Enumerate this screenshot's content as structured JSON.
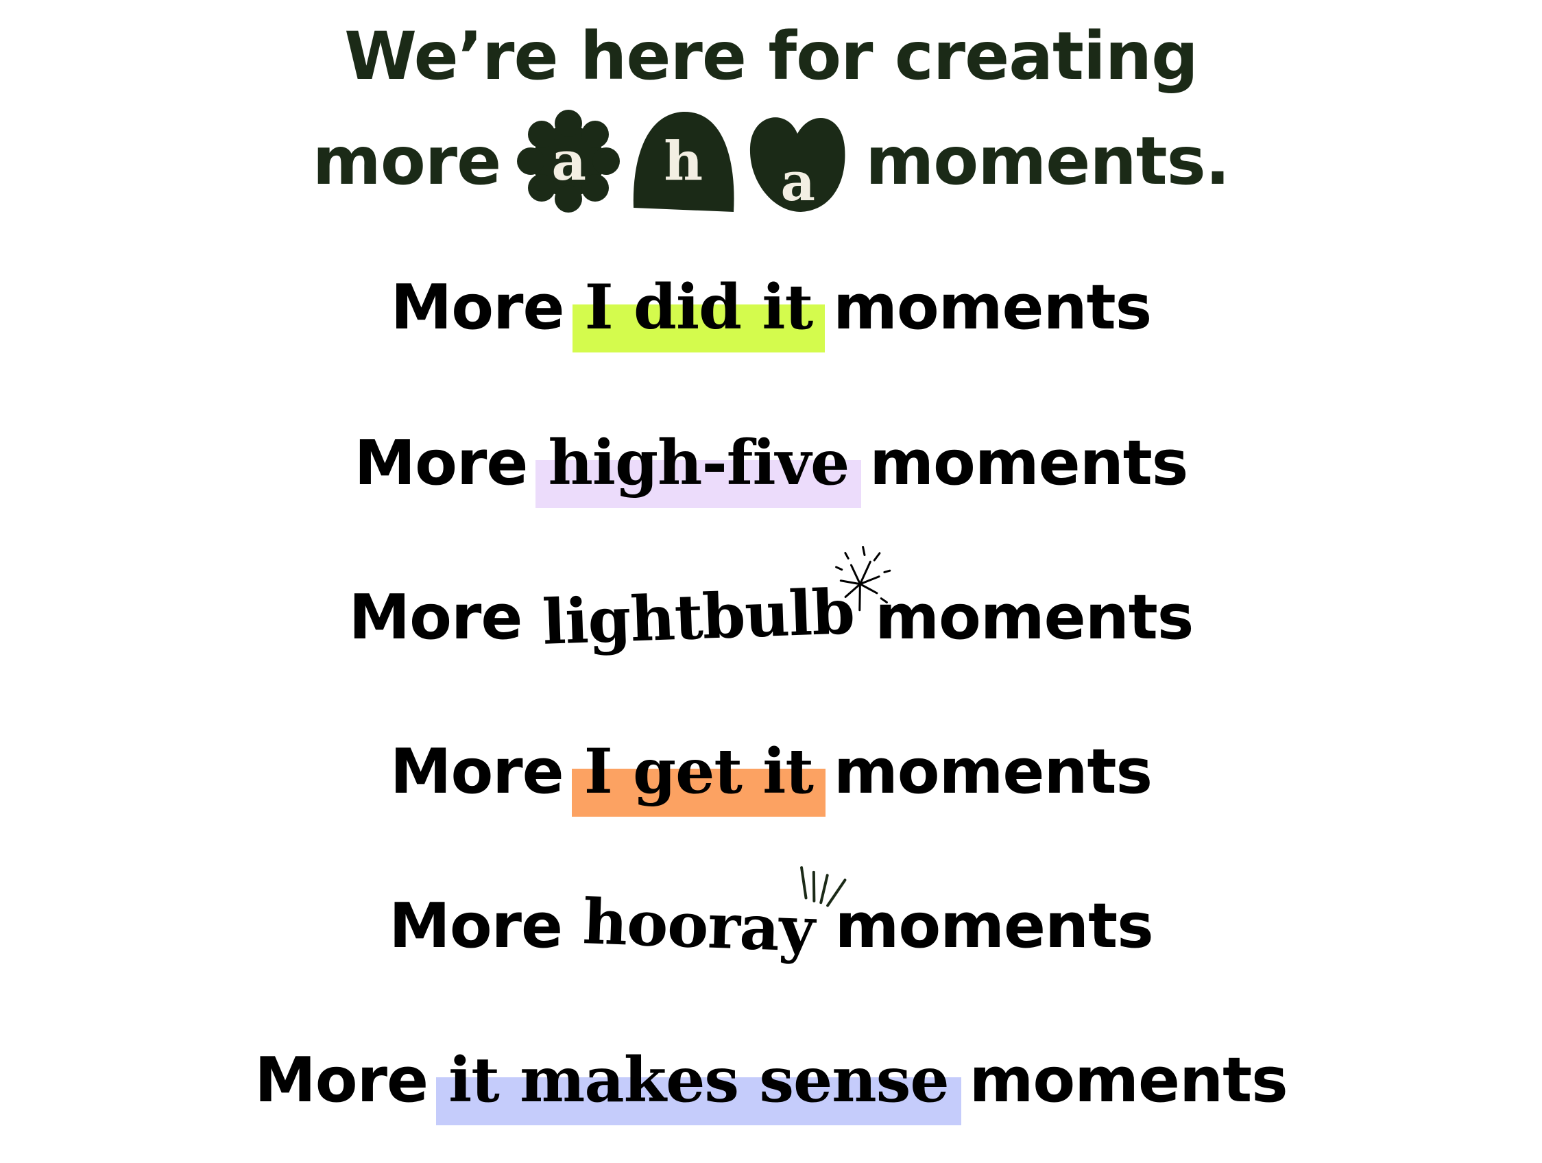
{
  "headline": {
    "line1": "We’re here for creating",
    "line2_before": "more",
    "line2_after": "moments.",
    "aha_letters": [
      "a",
      "h",
      "a"
    ],
    "color": "#1b2a17",
    "blob_text_color": "#f3efe3"
  },
  "lines": [
    {
      "prefix": "More",
      "phrase": "I did it",
      "suffix": "moments",
      "highlight": "#d4fb4d"
    },
    {
      "prefix": "More",
      "phrase": "high-five",
      "suffix": "moments",
      "highlight": "#ecdcfb"
    },
    {
      "prefix": "More",
      "phrase": "lightbulb",
      "suffix": "moments",
      "highlight": null
    },
    {
      "prefix": "More",
      "phrase": "I get it",
      "suffix": "moments",
      "highlight": "#fca262"
    },
    {
      "prefix": "More",
      "phrase": "hooray",
      "suffix": "moments",
      "highlight": null
    },
    {
      "prefix": "More",
      "phrase": "it makes sense",
      "suffix": "moments",
      "highlight": "#c5ccfb"
    }
  ],
  "icons": {
    "lightbulb": "sparkle-burst-icon",
    "hooray": "cheer-lines-icon"
  }
}
